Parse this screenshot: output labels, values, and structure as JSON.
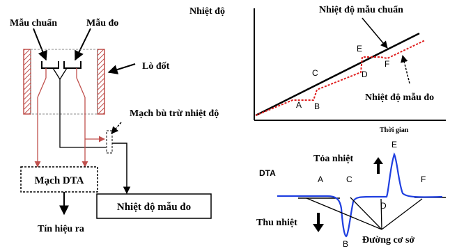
{
  "left": {
    "label_ref": "Mẫu chuẩn",
    "label_sample": "Mẫu đo",
    "label_furnace": "Lò đốt",
    "label_comp": "Mạch bù trừ nhiệt độ",
    "label_dta": "Mạch DTA",
    "label_temp": "Nhiệt độ mẫu đo",
    "label_signal": "Tín hiệu ra"
  },
  "top_right": {
    "ylabel": "Nhiệt độ",
    "label_ref": "Nhiệt độ mẫu chuẩn",
    "label_sample": "Nhiệt độ mẫu đo",
    "xlabel": "Thời gian",
    "points": {
      "a": "A",
      "b": "B",
      "c": "C",
      "d": "D",
      "e": "E",
      "f": "F"
    }
  },
  "bottom_right": {
    "title": "DTA",
    "exo": "Tỏa nhiệt",
    "endo": "Thu nhiệt",
    "baseline": "Đường cơ sở",
    "points": {
      "a": "A",
      "b": "B",
      "c": "C",
      "d": "D",
      "e": "E",
      "f": "F"
    }
  },
  "colors": {
    "red": "#c0504d",
    "blue": "#1f3fe0",
    "black": "#000000"
  }
}
